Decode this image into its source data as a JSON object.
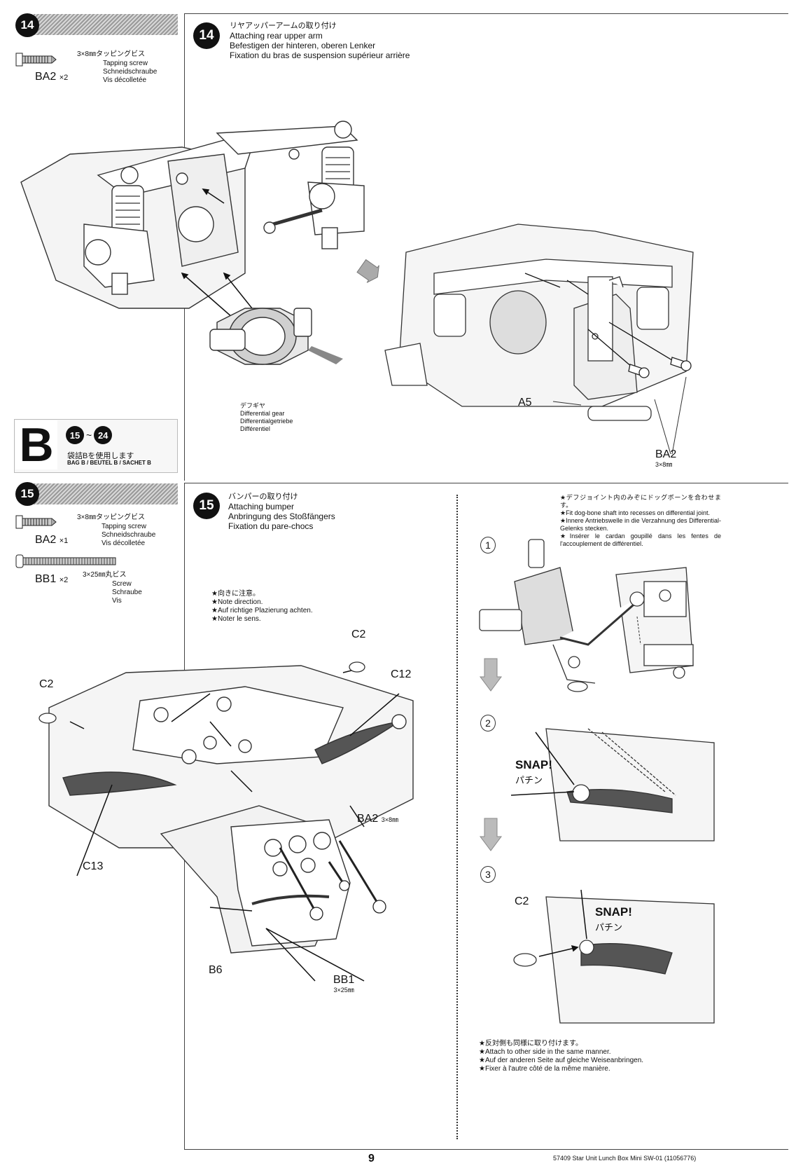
{
  "step14": {
    "number": "14",
    "parts": {
      "jp": "3×8㎜タッピングビス",
      "en": "Tapping screw",
      "de": "Schneidschraube",
      "fr": "Vis décolletée",
      "code": "BA2",
      "qty": "×2"
    },
    "title": {
      "jp": "リヤアッパーアームの取り付け",
      "en": "Attaching rear upper arm",
      "de": "Befestigen der hinteren, oberen Lenker",
      "fr": "Fixation du bras de suspension supérieur arrière"
    },
    "callouts": {
      "diff_jp": "デフギヤ",
      "diff_en": "Differential gear",
      "diff_de": "Differentialgetriebe",
      "diff_fr": "Différentiel",
      "a5": "A5",
      "ba2": "BA2",
      "ba2_size": "3×8㎜"
    }
  },
  "bagB": {
    "letter": "B",
    "range_start": "15",
    "range_sep": "~",
    "range_end": "24",
    "jp": "袋詰Bを使用します",
    "en": "BAG B / BEUTEL B / SACHET B"
  },
  "step15": {
    "number": "15",
    "parts": [
      {
        "jp": "3×8㎜タッピングビス",
        "en": "Tapping screw",
        "de": "Schneidschraube",
        "fr": "Vis décolletée",
        "code": "BA2",
        "qty": "×1"
      },
      {
        "jp": "3×25㎜丸ビス",
        "en": "Screw",
        "de": "Schraube",
        "fr": "Vis",
        "code": "BB1",
        "qty": "×2"
      }
    ],
    "title": {
      "jp": "バンパーの取り付け",
      "en": "Attaching bumper",
      "de": "Anbringung des Stoßfängers",
      "fr": "Fixation du pare-chocs"
    },
    "note": {
      "jp": "★向きに注意。",
      "en": "★Note direction.",
      "de": "★Auf richtige Plazierung achten.",
      "fr": "★Noter le sens."
    },
    "callouts": {
      "c2_left": "C2",
      "c2_top": "C2",
      "c12": "C12",
      "c13": "C13",
      "ba2": "BA2",
      "ba2_size": "3×8㎜",
      "b6": "B6",
      "bb1": "BB1",
      "bb1_size": "3×25㎜"
    },
    "side_note": {
      "jp": "★デフジョイント内のみぞにドッグボーンを合わせます。",
      "en": "★Fit dog-bone shaft into recesses on differential joint.",
      "de": "★Innere Antriebswelle in die Verzahnung des Differential-Gelenks stecken.",
      "fr": "★Insérer le cardan goupillé dans les fentes de l'accouplement de différentiel."
    },
    "sub_steps": [
      "1",
      "2",
      "3"
    ],
    "snap": "SNAP!",
    "snap_jp": "パチン",
    "c2_sub": "C2",
    "other_side": {
      "jp": "★反対側も同様に取り付けます。",
      "en": "★Attach to other side in the same manner.",
      "de": "★Auf der anderen Seite auf gleiche Weiseanbringen.",
      "fr": "★Fixer à l'autre côté de la même manière."
    }
  },
  "footer": {
    "page": "9",
    "model": "57409 Star Unit Lunch Box Mini SW-01 (11056776)"
  }
}
